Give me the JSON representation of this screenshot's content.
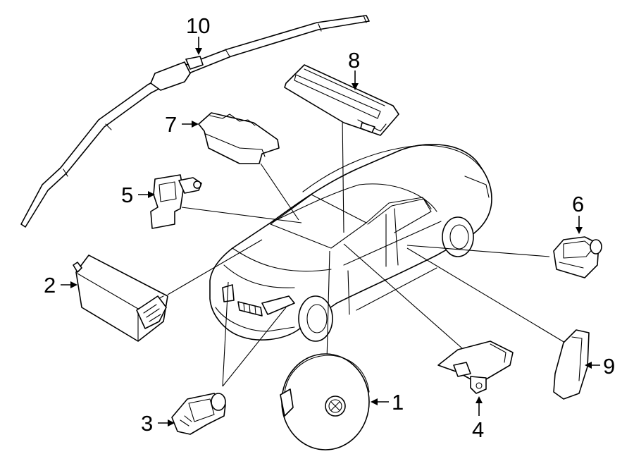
{
  "diagram": {
    "type": "airbag-system-parts",
    "callouts": [
      {
        "id": 1,
        "label": "1"
      },
      {
        "id": 2,
        "label": "2"
      },
      {
        "id": 3,
        "label": "3"
      },
      {
        "id": 4,
        "label": "4"
      },
      {
        "id": 5,
        "label": "5"
      },
      {
        "id": 6,
        "label": "6"
      },
      {
        "id": 7,
        "label": "7"
      },
      {
        "id": 8,
        "label": "8"
      },
      {
        "id": 9,
        "label": "9"
      },
      {
        "id": 10,
        "label": "10"
      }
    ],
    "colors": {
      "line": "#000000",
      "background": "#ffffff"
    }
  }
}
